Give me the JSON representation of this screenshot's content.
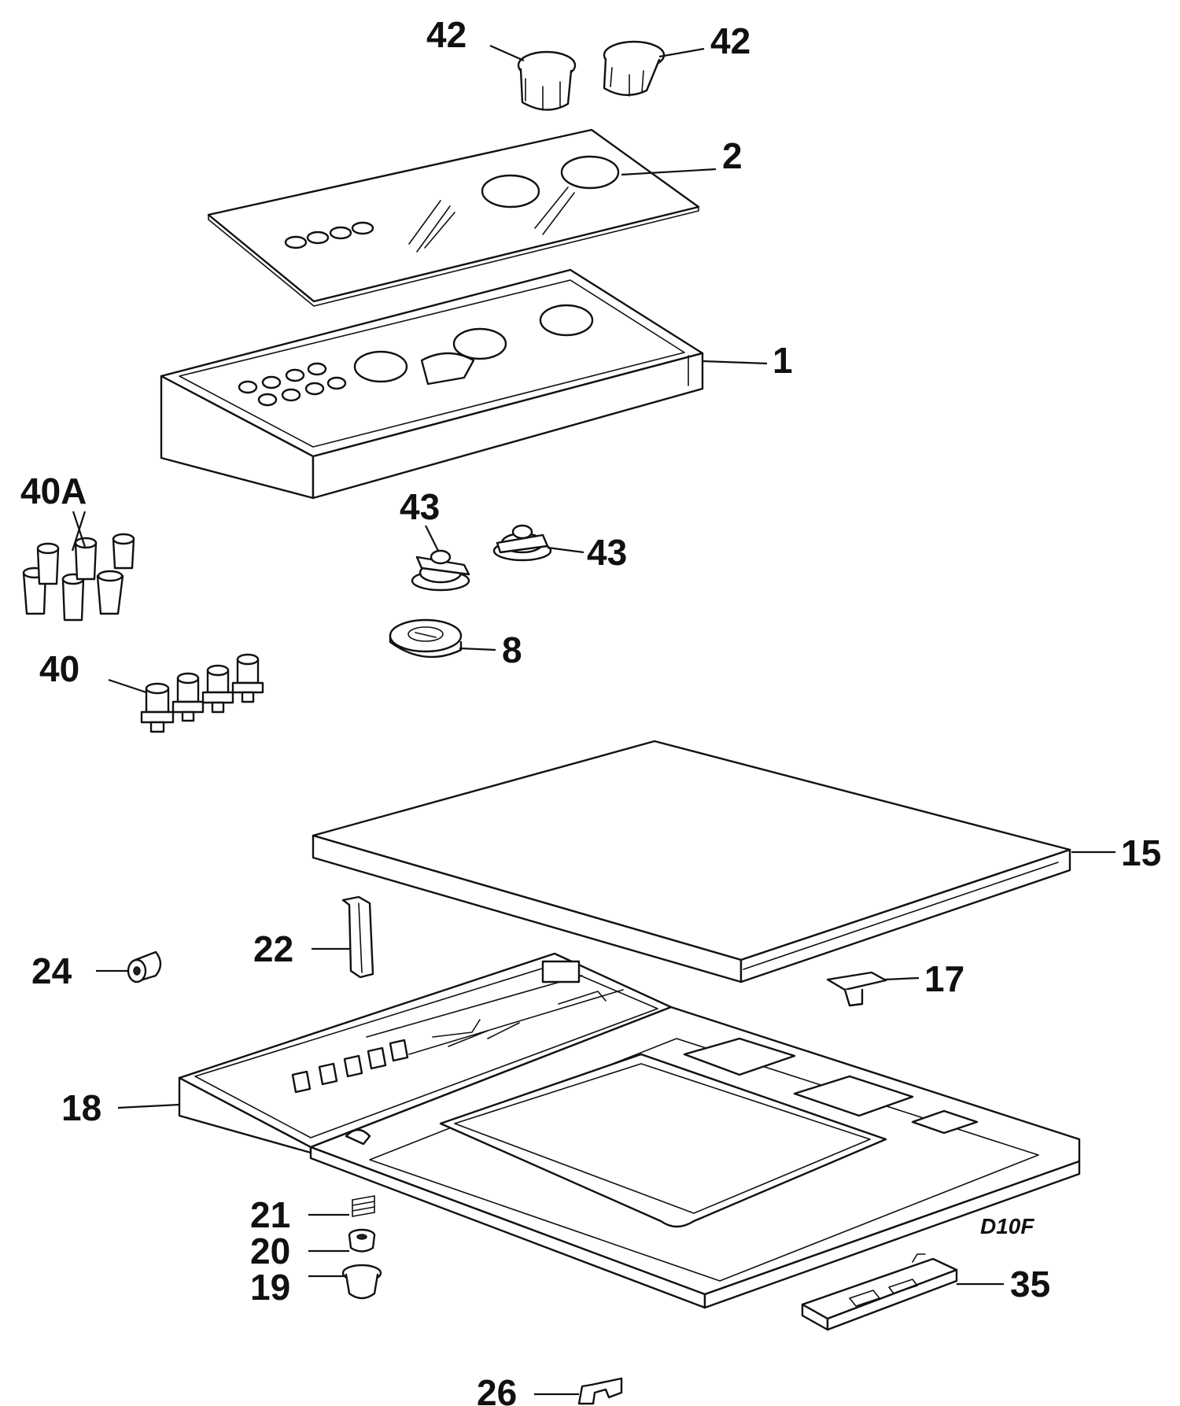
{
  "diagram": {
    "drawing_code": "D10F",
    "callouts": [
      {
        "id": "42a",
        "label": "42"
      },
      {
        "id": "42b",
        "label": "42"
      },
      {
        "id": "2",
        "label": "2"
      },
      {
        "id": "1",
        "label": "1"
      },
      {
        "id": "40A",
        "label": "40A"
      },
      {
        "id": "43a",
        "label": "43"
      },
      {
        "id": "43b",
        "label": "43"
      },
      {
        "id": "8",
        "label": "8"
      },
      {
        "id": "40",
        "label": "40"
      },
      {
        "id": "15",
        "label": "15"
      },
      {
        "id": "22",
        "label": "22"
      },
      {
        "id": "24",
        "label": "24"
      },
      {
        "id": "17",
        "label": "17"
      },
      {
        "id": "18",
        "label": "18"
      },
      {
        "id": "21",
        "label": "21"
      },
      {
        "id": "20",
        "label": "20"
      },
      {
        "id": "19",
        "label": "19"
      },
      {
        "id": "35",
        "label": "35"
      },
      {
        "id": "26",
        "label": "26"
      }
    ]
  }
}
